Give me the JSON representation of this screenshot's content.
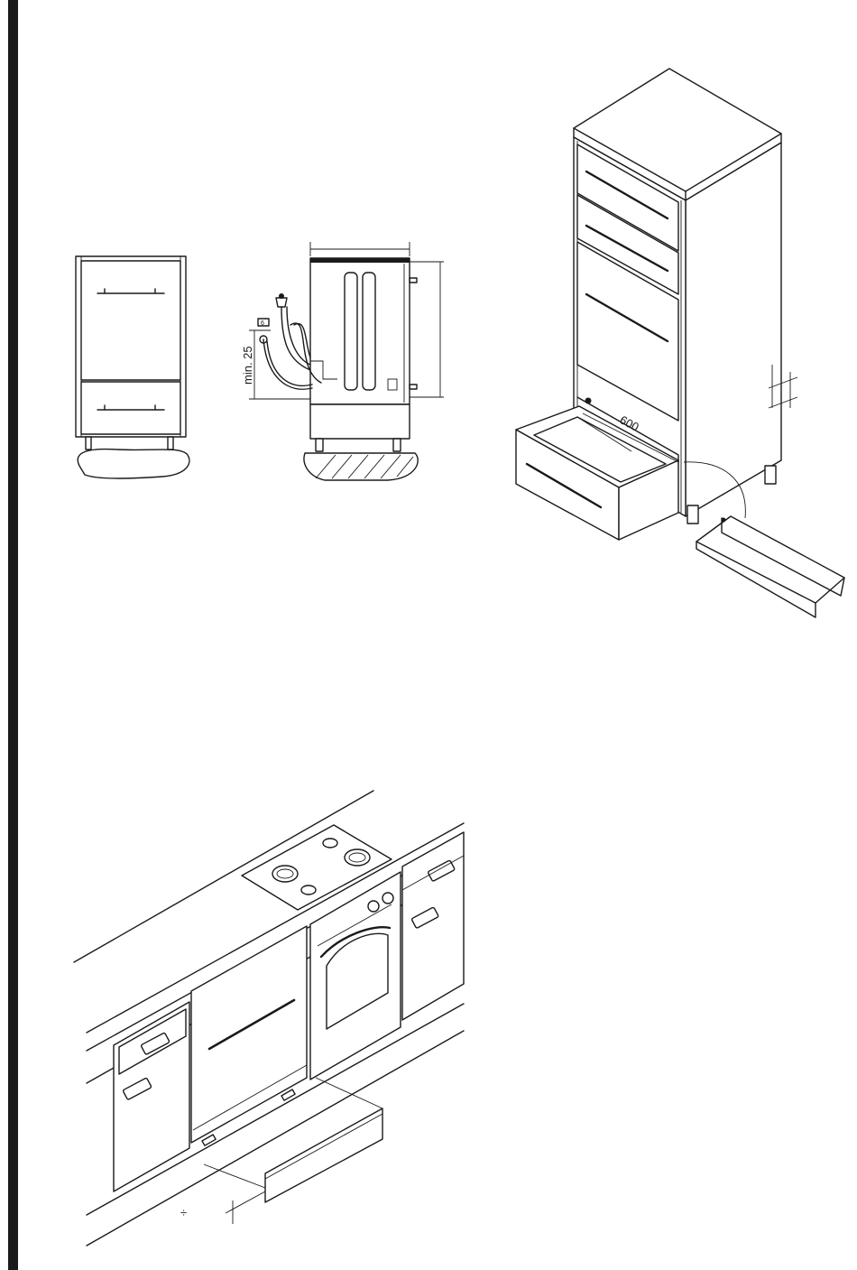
{
  "labels": {
    "min_height": "min. 25",
    "width_600": "600",
    "small_marker": "6",
    "divide_symbol": "÷"
  },
  "colors": {
    "line": "#1a1a1a",
    "background": "#ffffff",
    "margin_bar": "#1a1a1a"
  },
  "figures": [
    {
      "name": "base-cabinet-front-view"
    },
    {
      "name": "dishwasher-side-view"
    },
    {
      "name": "tall-cabinet-isometric"
    },
    {
      "name": "kitchen-row-isometric"
    }
  ]
}
